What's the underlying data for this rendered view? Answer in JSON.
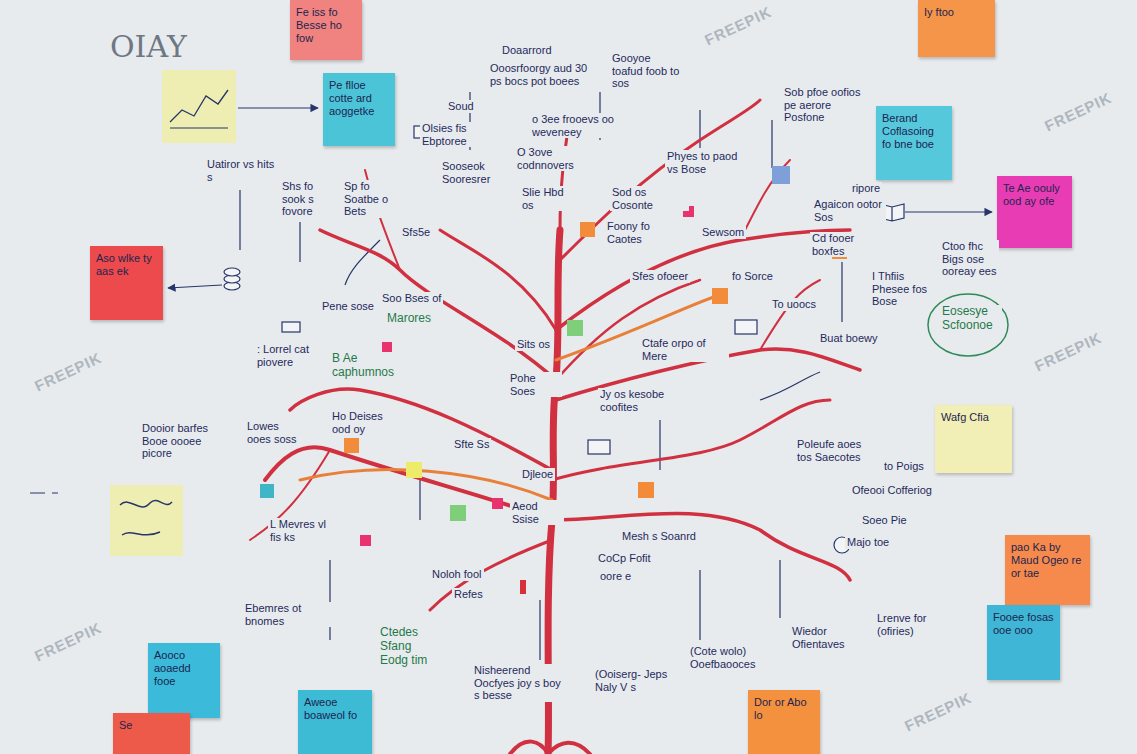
{
  "diagram": {
    "nodes": [
      {
        "text": [
          "Fe iss fo Besse ho fow"
        ]
      },
      {
        "text": [
          "Iy ftoo"
        ]
      },
      {
        "text": [
          "Pe flloe cotte ard aoggetke"
        ]
      },
      {
        "text": [
          "Berand Coflasoing fo bne boe"
        ]
      },
      {
        "text": [
          "Te Ae oouly ood ay ofe"
        ]
      },
      {
        "text": [
          "Aso wlke ty aas ek"
        ]
      },
      {
        "text": [
          "Wafg Cfia"
        ]
      },
      {
        "text": [
          "pao Ka by Maud Ogeo re or tae"
        ]
      },
      {
        "text": [
          "Fooee fosas ooe ooo"
        ]
      },
      {
        "text": [
          "Aooco aoaedd fooe"
        ]
      },
      {
        "text": [
          "Se"
        ]
      },
      {
        "text": [
          "Aweoe boaweol fo"
        ]
      },
      {
        "text": [
          "Dor or Abo lo"
        ]
      }
    ],
    "labels": [
      "OIAY",
      "Doaarrord",
      "Ooosrfoorgy aud 30 ps bocs pot boees",
      "Gooyoe toafud foob to sos",
      "Sob pfoe oofios pe aerore Posfone",
      "Soud",
      "Olsies fis Ebptoree",
      "o 3ee frooevs oo weveneey",
      "Sooseok Sooresrer",
      "O 3ove codnnovers",
      "Phyes to paod vs Bose",
      "Uatiror vs hits s",
      "Shs fo sook s fovore",
      "Sp fo Soatbe o Bets",
      "Slie Hbd os",
      "Sod os Cosonte",
      "ripore",
      "Agaicon ootor Sos",
      "Sfs5e",
      "Foony fo Caotes",
      "Sewsom",
      "Cd fooer boxfes",
      "I Thfiis Phesee fos Bose",
      "Ctoo fhc Bigs ose ooreay ees",
      "Pene sose",
      "Soo Bses of",
      "Marores",
      "Sfes ofoeer",
      "fo Sorce",
      "To uoocs",
      ": Lorrel cat piovere",
      "B Ae caphumnos",
      "Sits os",
      "Ctafe orpo of Mere",
      "Buat boewy",
      "Eosesye Scfoonoe",
      "Pohe Soes",
      "Jy os kesobe coofites",
      "Ho Deises ood oy",
      "Dooior barfes Booe oooee picore",
      "Lowes ooes soss",
      "Sfte Ss",
      "Poleufe aoes tos Saecotes",
      "to Poigs",
      "Djleoe",
      "Ofeooi Cofferiog",
      "Aeod Ssise",
      "Soeo Pie",
      "L Mevres vl fis ks",
      "Mesh s Soanrd",
      "Majo toe",
      "CoCp Fofit",
      "oore e",
      "Noloh fool",
      "Refes",
      "Ebemres ot bnomes",
      "Ctedes Sfang Eodg tim",
      "Lrenve for (ofiries)",
      "Wiedor Ofientaves",
      "(Cote wolo) Ooefbaooces",
      "Nisheerend Oocfyes joy s boy s besse",
      "(Ooiserg- Jeps Naly V s",
      "FREEPIK",
      "FREEPIK",
      "FREEPIK",
      "FREEPIK",
      "FREEPIK",
      "FREEPIK"
    ]
  }
}
